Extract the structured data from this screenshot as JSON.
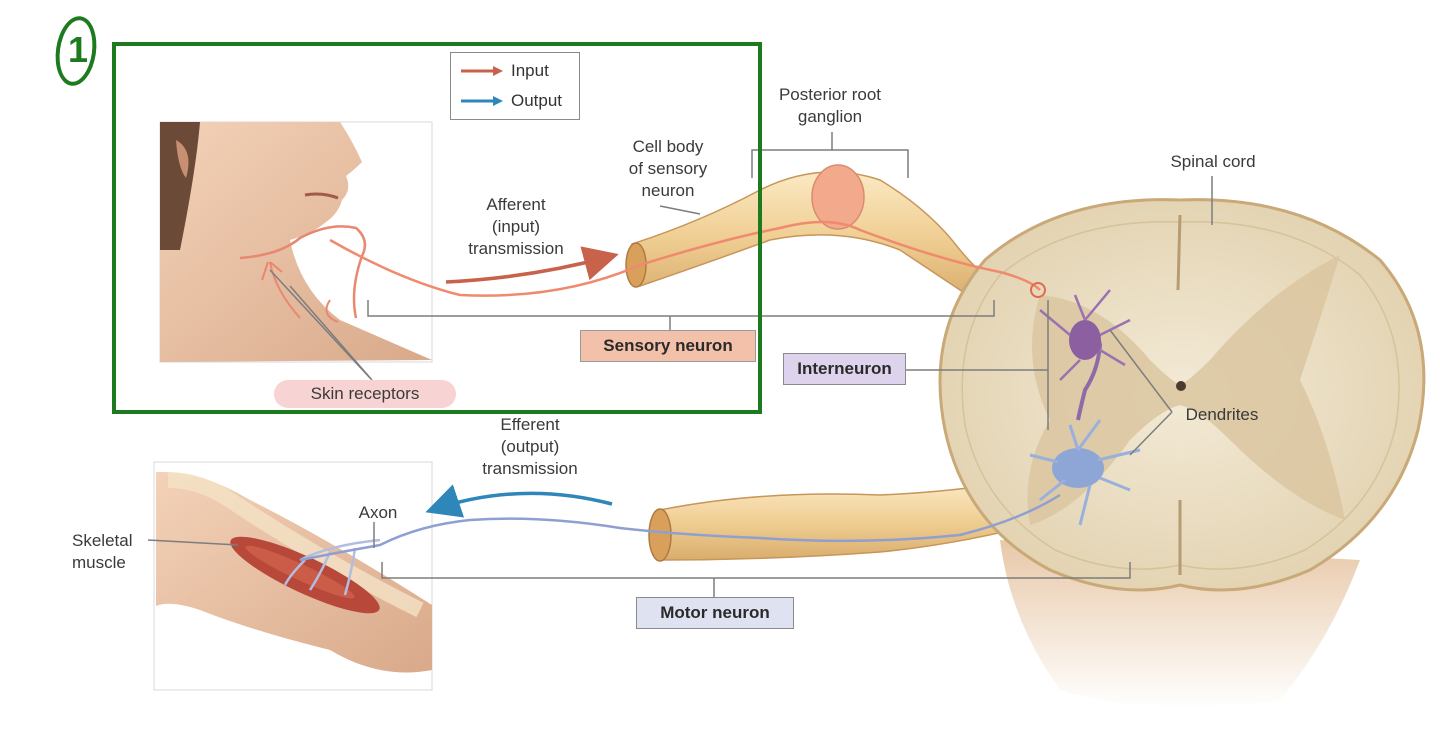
{
  "annotation": {
    "number": "1"
  },
  "legend": {
    "input": {
      "label": "Input",
      "color": "#c8624a"
    },
    "output": {
      "label": "Output",
      "color": "#2f86b8"
    }
  },
  "labels": {
    "posterior_root_ganglion": [
      "Posterior root",
      "ganglion"
    ],
    "cell_body": [
      "Cell body",
      "of sensory",
      "neuron"
    ],
    "spinal_cord": "Spinal cord",
    "afferent": [
      "Afferent",
      "(input)",
      "transmission"
    ],
    "efferent": [
      "Efferent",
      "(output)",
      "transmission"
    ],
    "skin_receptors": "Skin receptors",
    "sensory_neuron": "Sensory neuron",
    "interneuron": "Interneuron",
    "dendrites": "Dendrites",
    "axon": "Axon",
    "skeletal_muscle": [
      "Skeletal",
      "muscle"
    ],
    "motor_neuron": "Motor neuron"
  },
  "colors": {
    "highlight_frame": "#1e7a1e",
    "sensory_box": "#f3c0aa",
    "interneuron_box": "#ded3ec",
    "motor_box": "#dfe3f1",
    "skin_receptors_pill": "#f8d3d3",
    "nerve": "#f0d6a0",
    "spinal_cord": "#efe4cc"
  }
}
